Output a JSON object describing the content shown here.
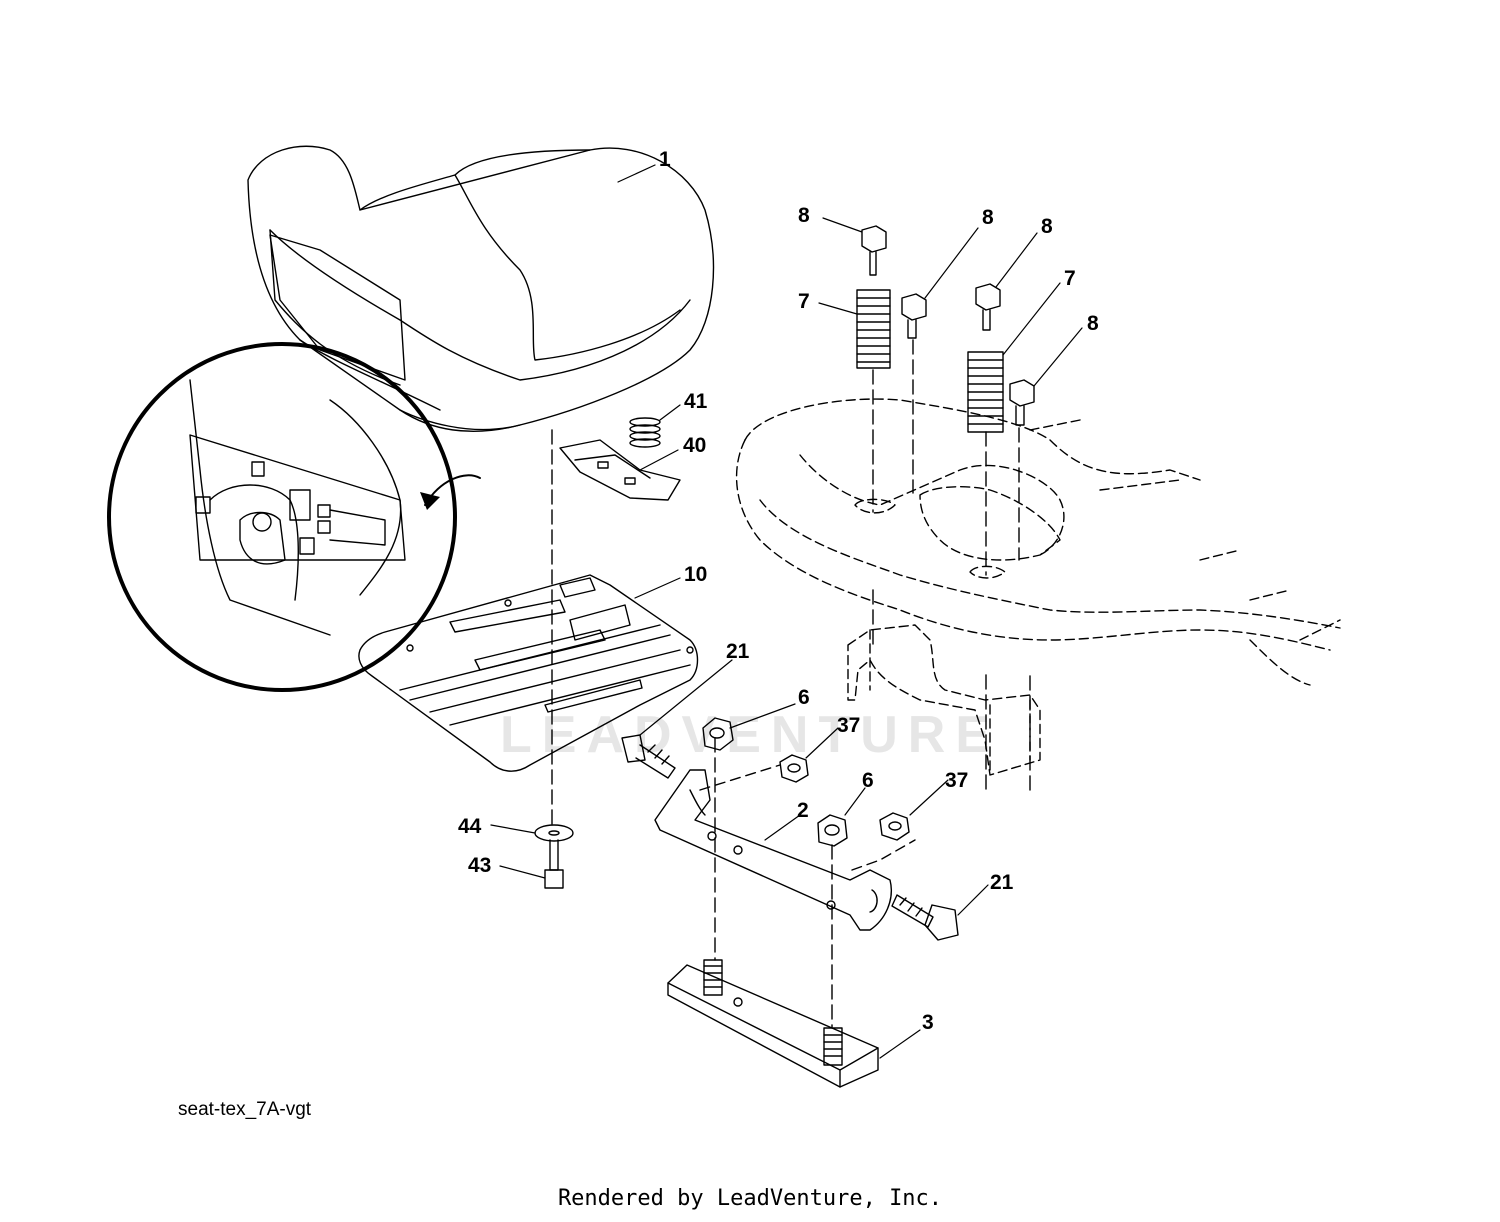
{
  "diagram": {
    "drawing_code": "seat-tex_7A-vgt",
    "credit": "Rendered by LeadVenture, Inc.",
    "watermark": "LEADVENTURE",
    "callouts": [
      {
        "id": "c1",
        "label": "1"
      },
      {
        "id": "c8a",
        "label": "8"
      },
      {
        "id": "c8b",
        "label": "8"
      },
      {
        "id": "c8c",
        "label": "8"
      },
      {
        "id": "c8d",
        "label": "8"
      },
      {
        "id": "c7a",
        "label": "7"
      },
      {
        "id": "c7b",
        "label": "7"
      },
      {
        "id": "c41",
        "label": "41"
      },
      {
        "id": "c40",
        "label": "40"
      },
      {
        "id": "c10",
        "label": "10"
      },
      {
        "id": "c21a",
        "label": "21"
      },
      {
        "id": "c6a",
        "label": "6"
      },
      {
        "id": "c37a",
        "label": "37"
      },
      {
        "id": "c6b",
        "label": "6"
      },
      {
        "id": "c37b",
        "label": "37"
      },
      {
        "id": "c2",
        "label": "2"
      },
      {
        "id": "c21b",
        "label": "21"
      },
      {
        "id": "c44",
        "label": "44"
      },
      {
        "id": "c43",
        "label": "43"
      },
      {
        "id": "c3",
        "label": "3"
      }
    ]
  }
}
